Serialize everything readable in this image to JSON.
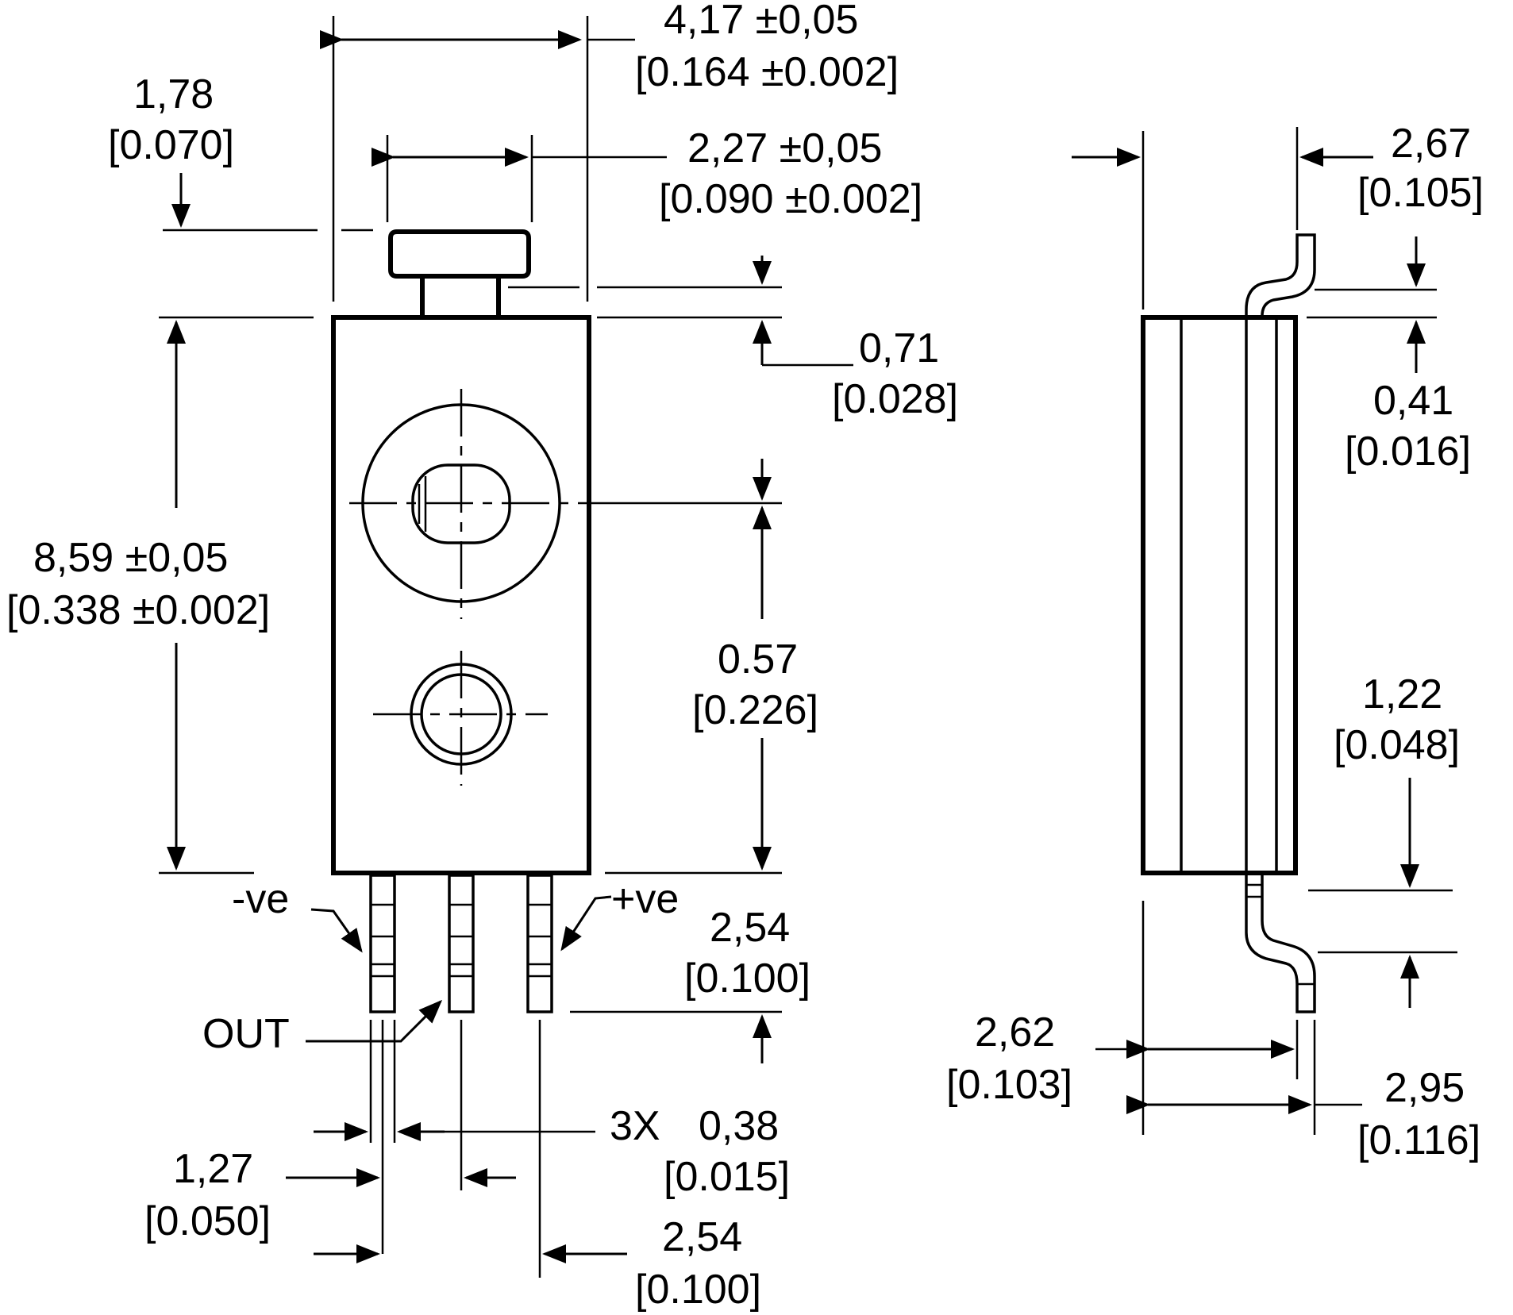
{
  "dimensions": {
    "overall_width": {
      "mm": "4,17 ±0,05",
      "inch": "[0.164 ±0.002]"
    },
    "button_offset": {
      "mm": "1,78",
      "inch": "[0.070]"
    },
    "button_width": {
      "mm": "2,27 ±0,05",
      "inch": "[0.090 ±0.002]"
    },
    "button_height": {
      "mm": "0,71",
      "inch": "[0.028]"
    },
    "body_height": {
      "mm": "8,59 ±0,05",
      "inch": "[0.338 ±0.002]"
    },
    "center_to_base": {
      "mm": "0.57",
      "inch": "[0.226]"
    },
    "lead_exposed": {
      "mm": "2,54",
      "inch": "[0.100]"
    },
    "lead_width": {
      "label": "3X",
      "mm": "0,38",
      "inch": "[0.015]"
    },
    "lead_offset": {
      "mm": "1,27",
      "inch": "[0.050]"
    },
    "lead_pitch": {
      "mm": "2,54",
      "inch": "[0.100]"
    },
    "side_depth": {
      "mm": "2,67",
      "inch": "[0.105]"
    },
    "side_tab": {
      "mm": "0,41",
      "inch": "[0.016]"
    },
    "side_bend": {
      "mm": "1,22",
      "inch": "[0.048]"
    },
    "side_lead_inner": {
      "mm": "2,62",
      "inch": "[0.103]"
    },
    "side_lead_outer": {
      "mm": "2,95",
      "inch": "[0.116]"
    }
  },
  "pins": {
    "negative": "-ve",
    "output": "OUT",
    "positive": "+ve"
  },
  "colors": {
    "ink": "#000000",
    "background": "#ffffff"
  }
}
